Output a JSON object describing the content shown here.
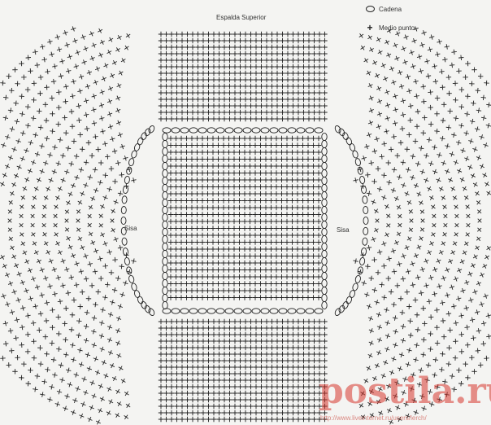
{
  "diagram": {
    "title": "Espalda Superior",
    "armhole_left": "Sisa",
    "armhole_right": "Sisa"
  },
  "legend": {
    "chain_label": "Cadena",
    "single_crochet_label": "Medio punto",
    "chain_symbol": "oval",
    "single_crochet_symbol": "+"
  },
  "watermark": {
    "brand": "postila.ru",
    "url": "http://www.liveinternet.ru/users/lerch/"
  },
  "colors": {
    "background": "#f4f4f2",
    "ink": "#222222",
    "watermark": "#d7372d"
  }
}
